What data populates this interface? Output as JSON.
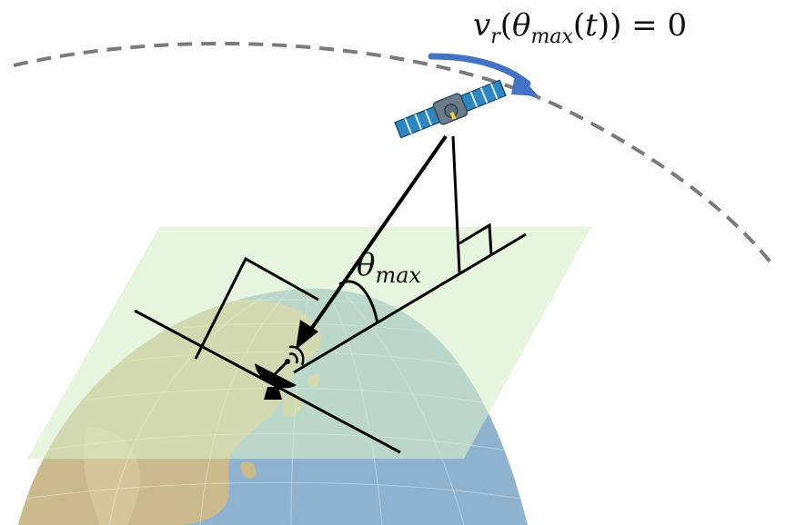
{
  "equation": {
    "velocity_symbol": "v",
    "velocity_subscript": "r",
    "angle_symbol": "θ",
    "angle_subscript": "max",
    "time_symbol": "t",
    "rhs": "= 0"
  },
  "angle_label": {
    "symbol": "θ",
    "subscript": "max"
  },
  "colors": {
    "orbit": "#7a7a7a",
    "motion_arrow": "#4472c4",
    "tangent_plane": "#d9efc8",
    "ocean": "#8fb3cf",
    "land": "#c9b98c",
    "lines": "#000000"
  },
  "icons": [
    "satellite-icon",
    "ground-station-dish-icon",
    "earth-globe",
    "right-angle-marker"
  ]
}
